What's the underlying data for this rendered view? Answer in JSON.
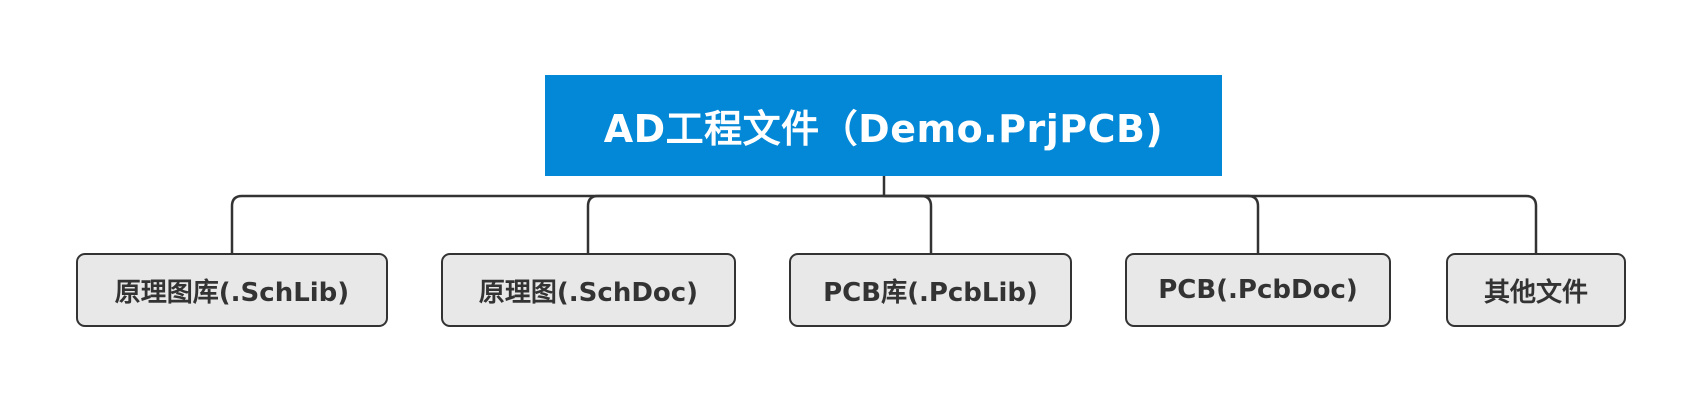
{
  "root": {
    "label": "AD工程文件（Demo.PrjPCB)",
    "color": "#0288d6"
  },
  "children": [
    {
      "label": "原理图库(.SchLib)"
    },
    {
      "label": "原理图(.SchDoc)"
    },
    {
      "label": "PCB库(.PcbLib)"
    },
    {
      "label": "PCB(.PcbDoc)"
    },
    {
      "label": "其他文件"
    }
  ],
  "colors": {
    "child_fill": "#e8e8e8",
    "border": "#333333"
  }
}
